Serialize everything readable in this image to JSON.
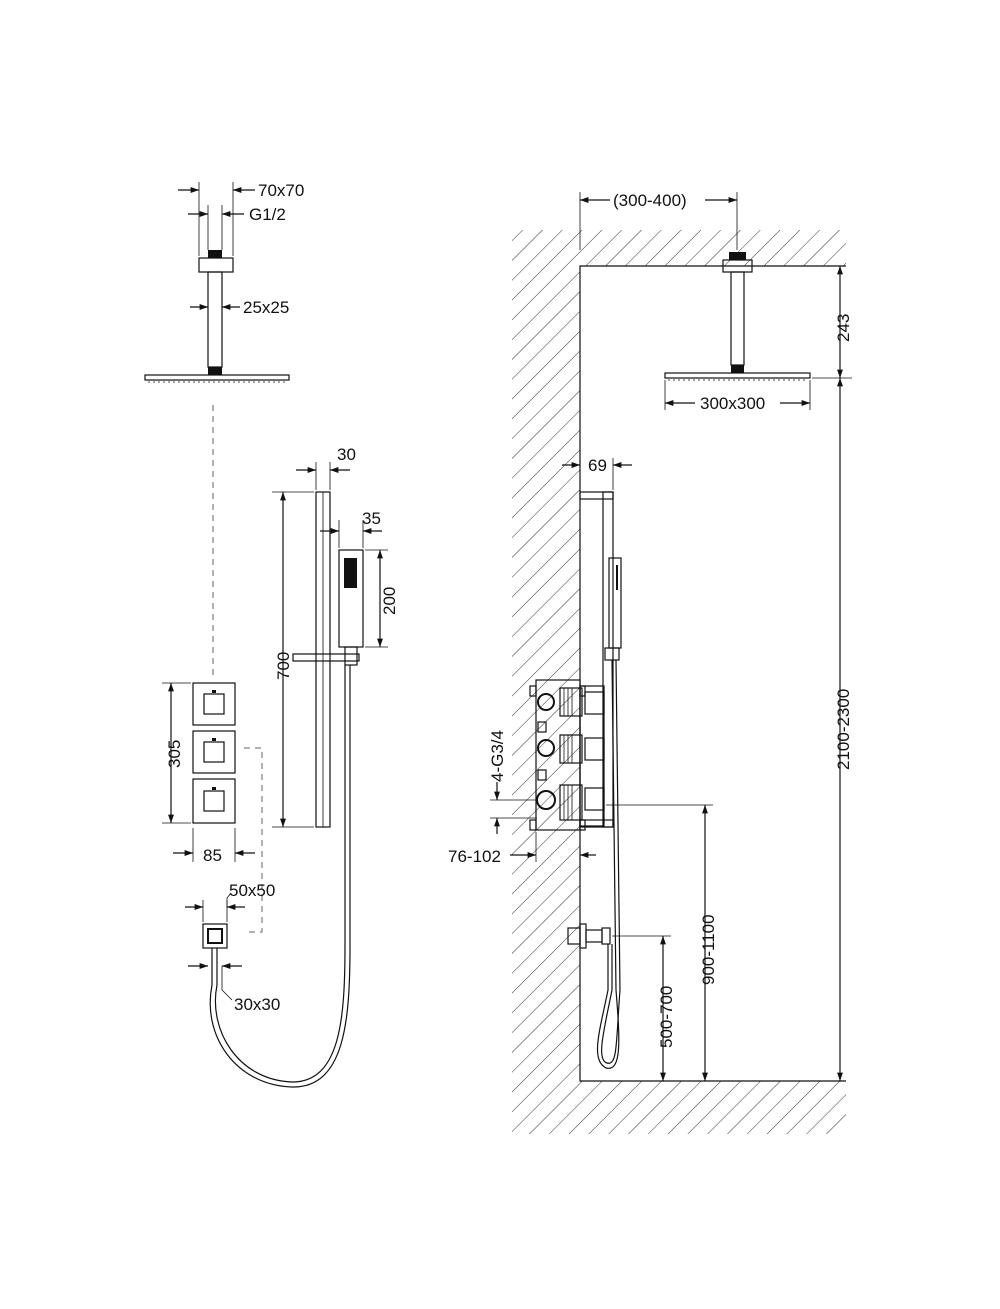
{
  "front_view": {
    "dims": {
      "ceiling_flange": "70x70",
      "thread": "G1/2",
      "arm_section": "25x25",
      "rail_width": "30",
      "hand_shower_width": "35",
      "hand_shower_length": "200",
      "rail_length": "700",
      "valve_height": "305",
      "valve_width": "85",
      "outlet_plate": "50x50",
      "outlet_body": "30x30"
    }
  },
  "side_view": {
    "dims": {
      "arm_projection": "(300-400)",
      "head_drop": "243",
      "head_size": "300x300",
      "rail_offset": "69",
      "inlets": "4-G3/4",
      "embed_depth": "76-102",
      "head_height": "2100-2300",
      "valve_height": "900-1100",
      "outlet_height": "500-700"
    }
  }
}
